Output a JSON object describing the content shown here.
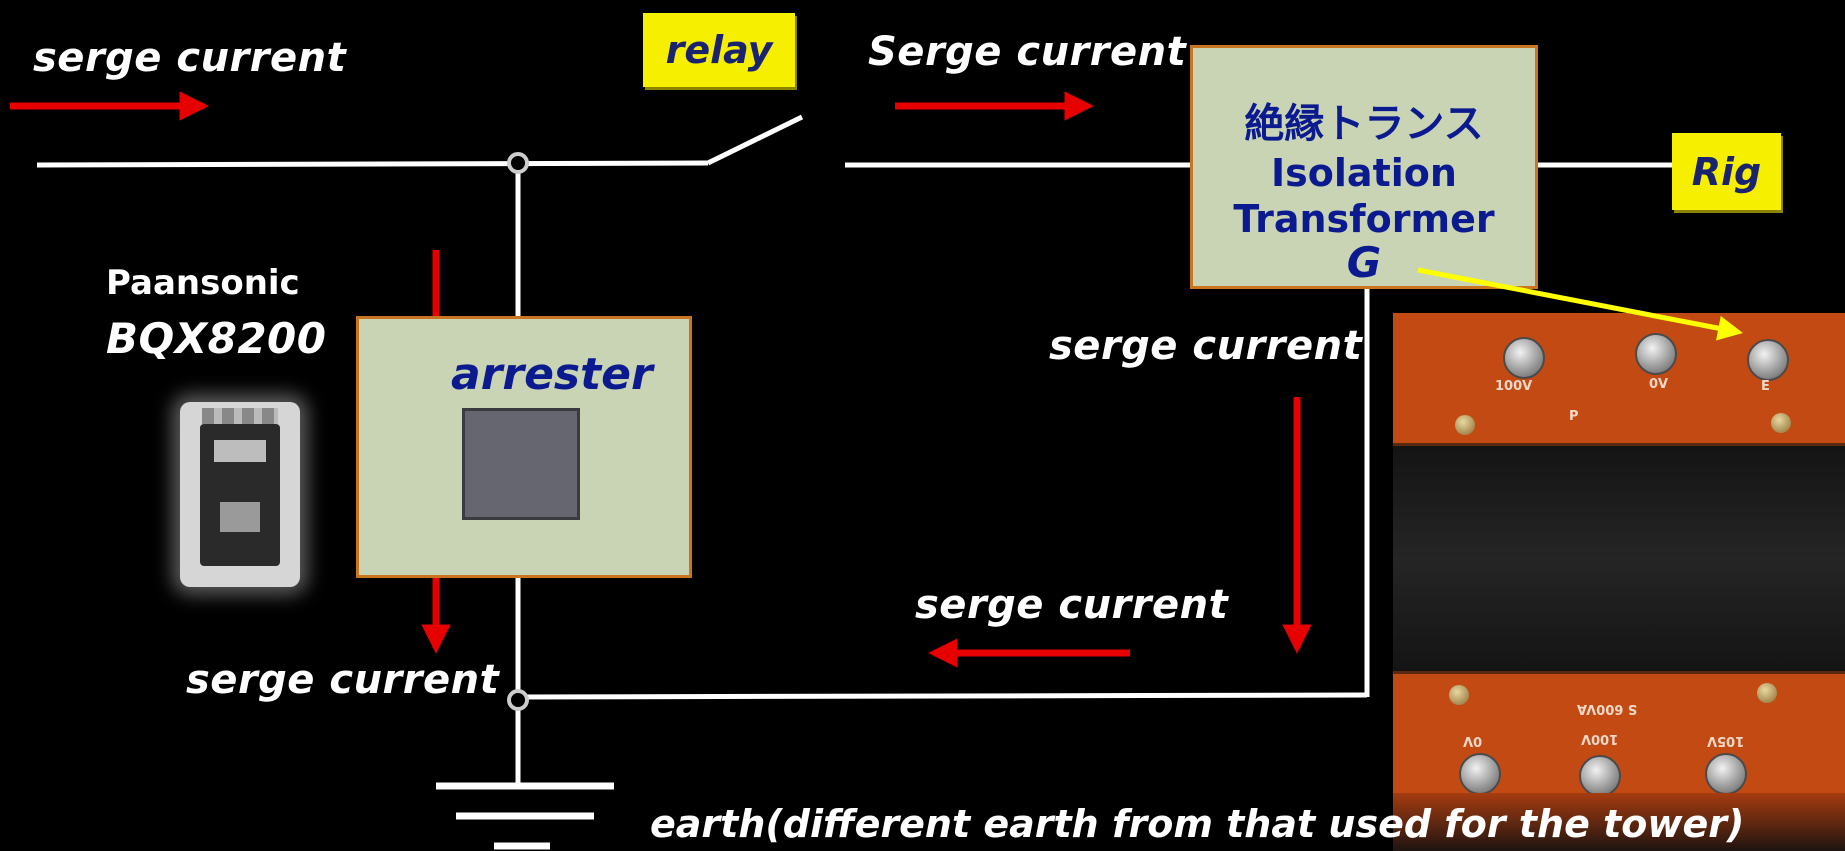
{
  "labels": {
    "serge_top_left": "serge current",
    "serge_top_right": "Serge current",
    "serge_right_mid": "serge current",
    "serge_mid_bottom": "serge current",
    "serge_left_bottom": "serge current",
    "device_brand": "Paansonic",
    "device_model": "BQX8200",
    "earth_note": "earth(different earth from that used for the tower)"
  },
  "tags": {
    "relay": "relay",
    "rig": "Rig"
  },
  "arrester": {
    "label": "arrester"
  },
  "transformer": {
    "jp": "絶縁トランス",
    "line1": "Isolation",
    "line2": "Transformer",
    "ground": "G"
  },
  "photo": {
    "top_terms": [
      "100V",
      "0V",
      "E"
    ],
    "top_mid": "P",
    "bottom_mid": "S 600VA",
    "bottom_terms": [
      "0V",
      "100V",
      "105V"
    ]
  },
  "colors": {
    "background": "#000000",
    "wire": "#ffffff",
    "surge_arrow": "#e60000",
    "ground_link": "#ffff00",
    "tag_fill": "#f6ef00",
    "box_fill": "#c8d4b4",
    "box_border": "#c9741f",
    "text_dark": "#0b1a8f"
  }
}
